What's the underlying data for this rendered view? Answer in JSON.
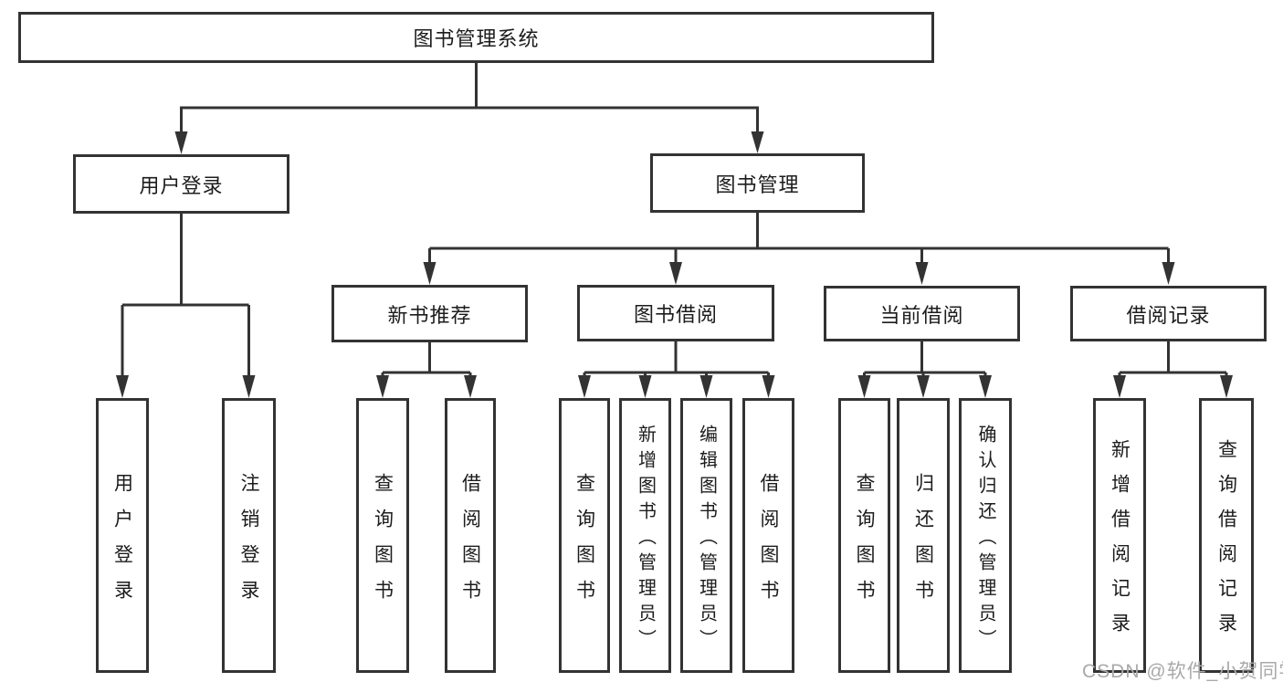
{
  "diagram": {
    "title": "图书管理系统",
    "tree": {
      "label": "图书管理系统",
      "children": [
        {
          "label": "用户登录",
          "children": [
            {
              "label": "用户登录"
            },
            {
              "label": "注销登录"
            }
          ]
        },
        {
          "label": "图书管理",
          "children": [
            {
              "label": "新书推荐",
              "children": [
                {
                  "label": "查询图书"
                },
                {
                  "label": "借阅图书"
                }
              ]
            },
            {
              "label": "图书借阅",
              "children": [
                {
                  "label": "查询图书"
                },
                {
                  "label": "新增图书（管理员）"
                },
                {
                  "label": "编辑图书（管理员）"
                },
                {
                  "label": "借阅图书"
                }
              ]
            },
            {
              "label": "当前借阅",
              "children": [
                {
                  "label": "查询图书"
                },
                {
                  "label": "归还图书"
                },
                {
                  "label": "确认归还（管理员）"
                }
              ]
            },
            {
              "label": "借阅记录",
              "children": [
                {
                  "label": "新增借阅记录"
                },
                {
                  "label": "查询借阅记录"
                }
              ]
            }
          ]
        }
      ]
    }
  },
  "watermark": {
    "text": "CSDN @软件_小贺同学"
  },
  "colors": {
    "line": "#333333",
    "box_border": "#333333",
    "text": "#1c1c1c",
    "watermark": "#a9a9a9",
    "background": "#ffffff"
  }
}
